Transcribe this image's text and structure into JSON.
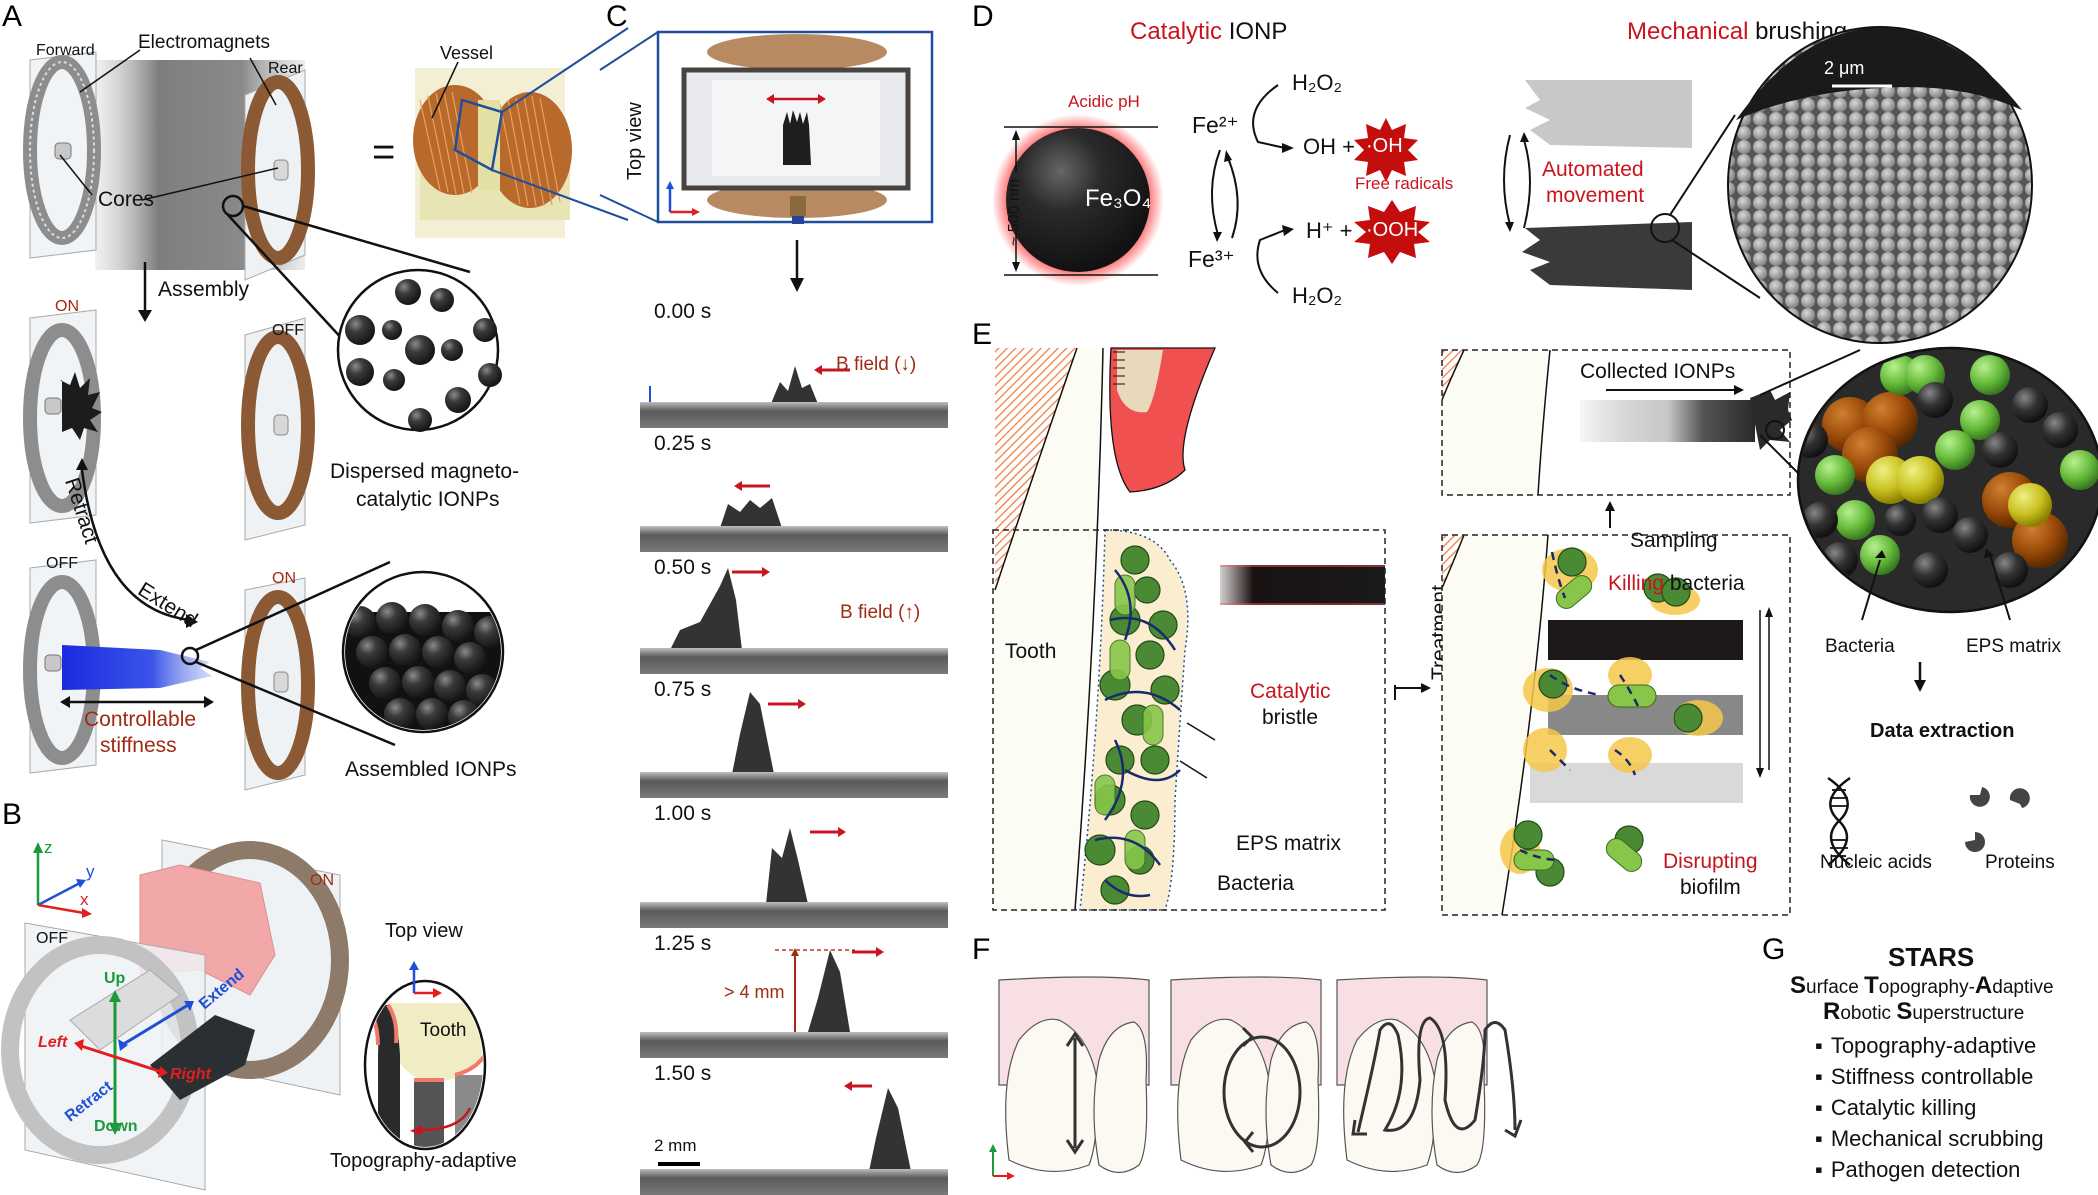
{
  "panels": {
    "A": {
      "label": "A",
      "forward": "Forward",
      "electromagnets": "Electromagnets",
      "rear": "Rear",
      "vessel": "Vessel",
      "cores": "Cores",
      "equals": "=",
      "assembly": "Assembly",
      "on_top": "ON",
      "off_top": "OFF",
      "retract": "Retract",
      "extend": "Extend",
      "off_bottom": "OFF",
      "on_bottom": "ON",
      "controllable_line1": "Controllable",
      "controllable_line2": "stiffness",
      "dispersed_line1": "Dispersed magneto-",
      "dispersed_line2": "catalytic IONPs",
      "assembled": "Assembled IONPs"
    },
    "B": {
      "label": "B",
      "axis_z": "z",
      "axis_y": "y",
      "axis_x": "x",
      "off": "OFF",
      "on": "ON",
      "up": "Up",
      "down": "Down",
      "left": "Left",
      "right": "Right",
      "extend": "Extend",
      "retract": "Retract",
      "top_view": "Top view",
      "tooth": "Tooth",
      "caption": "Topography-adaptive"
    },
    "C": {
      "label": "C",
      "top_view": "Top view",
      "b_field_down": "B field (↓)",
      "b_field_up": "B field (↑)",
      "height_label": "> 4 mm",
      "scale_bar": "2 mm",
      "frames": [
        {
          "time": "0.00 s",
          "direction": "left"
        },
        {
          "time": "0.25 s",
          "direction": "left"
        },
        {
          "time": "0.50 s",
          "direction": "right"
        },
        {
          "time": "0.75 s",
          "direction": "right"
        },
        {
          "time": "1.00 s",
          "direction": "right"
        },
        {
          "time": "1.25 s",
          "direction": "right"
        },
        {
          "time": "1.50 s",
          "direction": "left"
        }
      ]
    },
    "D": {
      "label": "D",
      "title_red": "Catalytic",
      "title_black": "IONP",
      "acidic": "Acidic pH",
      "size": "~ 500 nm",
      "particle": "Fe₃O₄",
      "fe2": "Fe²⁺",
      "fe3": "Fe³⁺",
      "h2o2_top": "H₂O₂",
      "h2o2_bottom": "H₂O₂",
      "oh_plus": "OH +",
      "oh_radical": "·OH",
      "free_radicals": "Free radicals",
      "h_plus": "H⁺ +",
      "ooh_radical": "·OOH",
      "mech_red": "Mechanical",
      "mech_black": "brushing",
      "automated_line1": "Automated",
      "automated_line2": "movement",
      "sem_scale": "2 μm"
    },
    "E": {
      "label": "E",
      "tooth": "Tooth",
      "catalytic": "Catalytic",
      "bristle": "bristle",
      "eps": "EPS matrix",
      "bacteria": "Bacteria",
      "treatment": "Treatment",
      "collected": "Collected IONPs",
      "sampling": "Sampling",
      "killing_red": "Killing",
      "killing_black": "bacteria",
      "disrupting_red": "Disrupting",
      "disrupting_black": "biofilm",
      "zoom_bacteria": "Bacteria",
      "zoom_eps": "EPS matrix",
      "data_extraction": "Data extraction",
      "nucleic": "Nucleic acids",
      "proteins": "Proteins"
    },
    "F": {
      "label": "F",
      "patterns": [
        "vertical",
        "circular",
        "spiral"
      ]
    },
    "G": {
      "label": "G",
      "title": "STARS",
      "line1": [
        {
          "cap": "S",
          "rest": "urface "
        },
        {
          "cap": "T",
          "rest": "opography-"
        },
        {
          "cap": "A",
          "rest": "daptive"
        }
      ],
      "line2": [
        {
          "cap": "R",
          "rest": "obotic "
        },
        {
          "cap": "S",
          "rest": "uperstructure"
        }
      ],
      "bullets": [
        "Topography-adaptive",
        "Stiffness controllable",
        "Catalytic killing",
        "Mechanical scrubbing",
        "Pathogen detection"
      ]
    }
  },
  "colors": {
    "accent_red": "#c8141e",
    "brown_red": "#a02b14",
    "copper": "#b8703a",
    "blue": "#1f4f9a",
    "green_axis": "#1a9a3a",
    "gum_pink": "#f7dfe3",
    "tooth": "#fbf9f2"
  }
}
